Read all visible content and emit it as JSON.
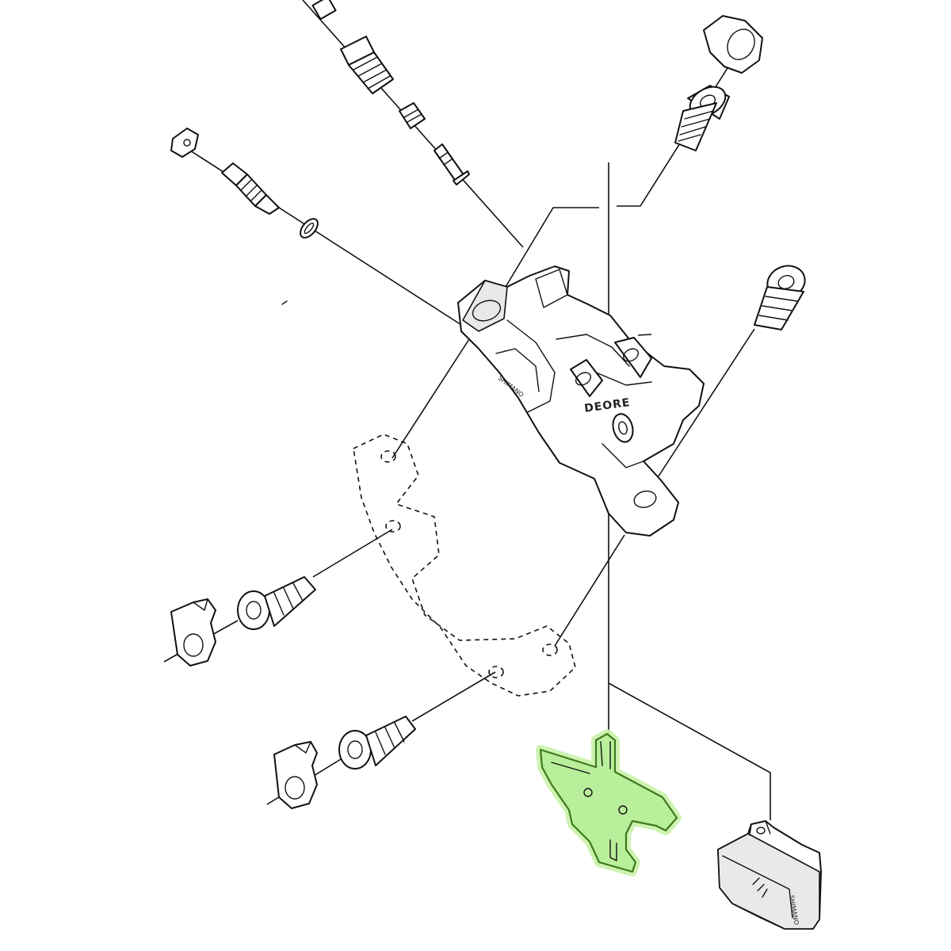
{
  "diagram": {
    "caliper": {
      "model_text": "DEORE",
      "brand_text": "SHIMANO"
    },
    "brake_pad": {
      "brand_text": "SHIMANO"
    },
    "highlight_color": "#b9ee9a",
    "line_color": "#111111"
  }
}
